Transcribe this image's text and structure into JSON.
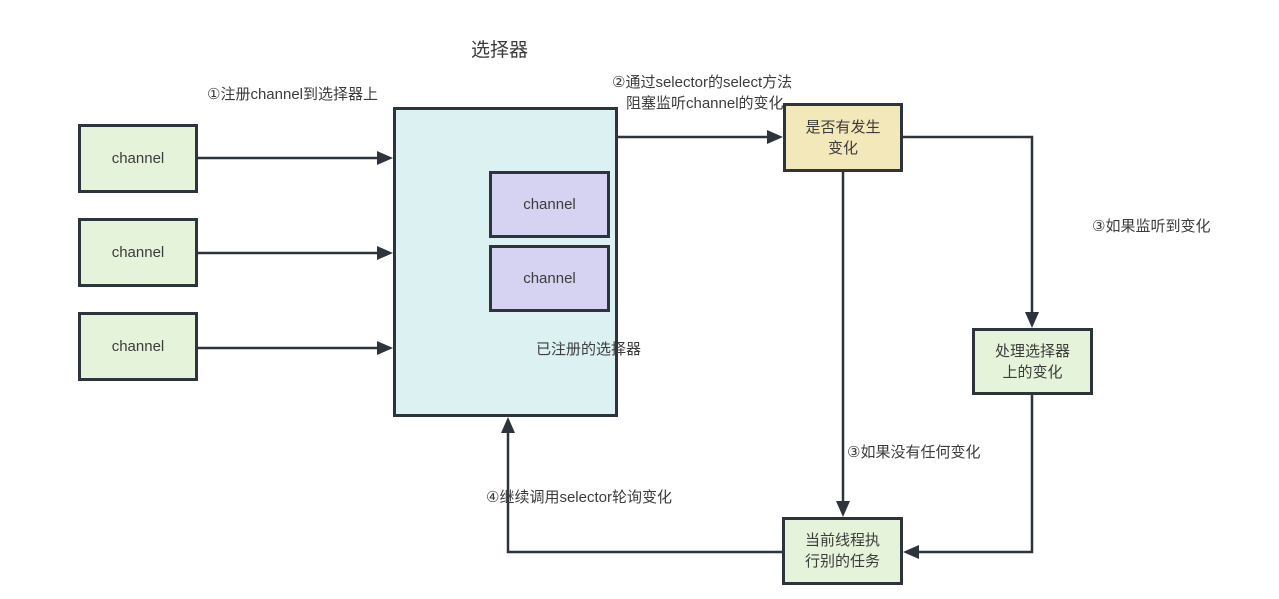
{
  "title": "选择器",
  "colors": {
    "background": "#ffffff",
    "green_fill": "#e5f3da",
    "cyan_fill": "#dcf2f2",
    "purple_fill": "#d6d3f2",
    "yellow_fill": "#f3e8ba",
    "border": "#2e343b",
    "text": "#3c3c3c"
  },
  "channels": {
    "left": [
      "channel",
      "channel",
      "channel"
    ],
    "registered": [
      "channel",
      "channel"
    ]
  },
  "selector": {
    "registered_label": "已注册的选择器"
  },
  "nodes": {
    "check_change": "是否有发生\n变化",
    "handle_change": "处理选择器\n上的变化",
    "other_tasks": "当前线程执\n行别的任务"
  },
  "labels": {
    "step1": "①注册channel到选择器上",
    "step2_line1": "②通过selector的select方法",
    "step2_line2": "阻塞监听channel的变化",
    "step3_listen": "③如果监听到变化",
    "step3_none": "③如果没有任何变化",
    "step4": "④继续调用selector轮询变化"
  }
}
